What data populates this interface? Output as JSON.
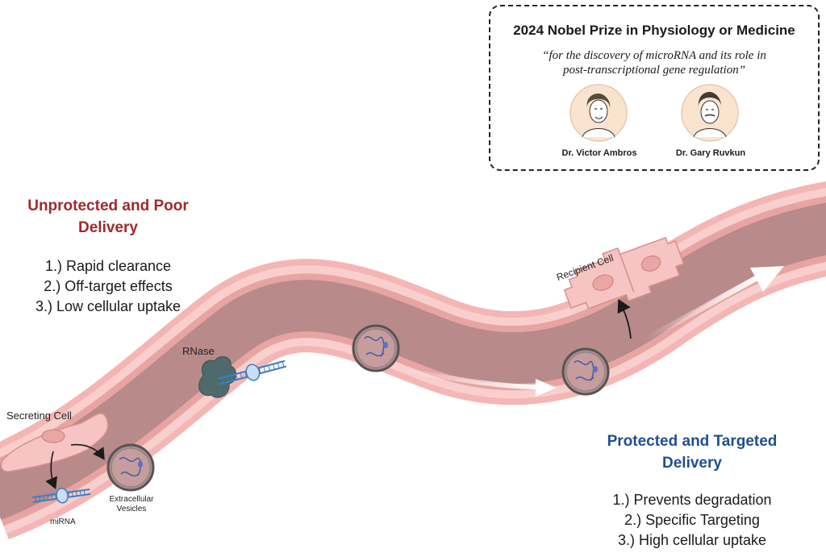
{
  "nobel": {
    "title": "2024 Nobel Prize in Physiology or Medicine",
    "quote_line1": "“for the discovery of microRNA and its role in",
    "quote_line2": "post-transcriptional gene regulation”",
    "laureates": [
      {
        "name": "Dr. Victor Ambros"
      },
      {
        "name": "Dr. Gary Ruvkun"
      }
    ]
  },
  "unprotected": {
    "heading_line1": "Unprotected and Poor",
    "heading_line2": "Delivery",
    "items": [
      "1.) Rapid clearance",
      "2.) Off-target effects",
      "3.) Low cellular uptake"
    ]
  },
  "protected": {
    "heading_line1": "Protected and Targeted",
    "heading_line2": "Delivery",
    "items": [
      "1.) Prevents degradation",
      "2.) Specific Targeting",
      "3.) High cellular uptake"
    ]
  },
  "labels": {
    "secreting_cell": "Secreting Cell",
    "recipient_cell": "Recipient Cell",
    "rnase": "RNase",
    "mirna": "miRNA",
    "ev_line1": "Extracellular",
    "ev_line2": "Vesicles"
  },
  "colors": {
    "vessel_outer": "#f4b6b4",
    "vessel_inner": "#b98a8a",
    "cell_fill": "#f6c4c2",
    "red_heading": "#9e2a2b",
    "blue_heading": "#1f4f8f",
    "mirna_blue": "#3b7fc4",
    "rnase_gray": "#4e6a6a"
  }
}
